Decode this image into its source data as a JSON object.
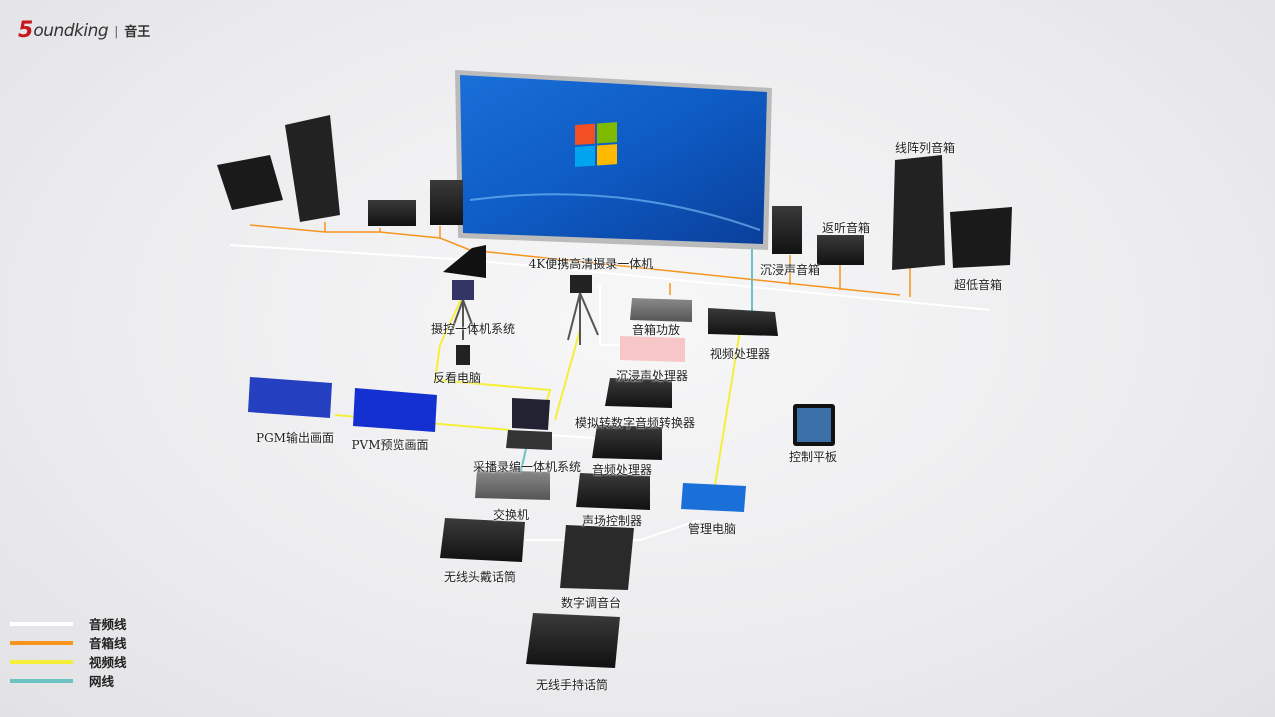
{
  "logo": {
    "mark": "5",
    "brand": "oundking",
    "separator": "|",
    "chinese": "音王"
  },
  "colors": {
    "audio_line": "#ffffff",
    "speaker_line": "#f7941d",
    "video_line": "#f5ef3a",
    "network_line": "#6cc3c3",
    "logo_red": "#c8161d"
  },
  "legend": [
    {
      "label": "音频线",
      "color": "#ffffff"
    },
    {
      "label": "音箱线",
      "color": "#f7941d"
    },
    {
      "label": "视频线",
      "color": "#f5ef3a"
    },
    {
      "label": "网线",
      "color": "#6cc3c3"
    }
  ],
  "devices": {
    "line_array": "线阵列音箱",
    "monitor_speaker": "返听音箱",
    "immersive_speaker": "沉浸声音箱",
    "subwoofer": "超低音箱",
    "camera_4k": "4K便携高清摄录一体机",
    "ptz_system": "摄控一体机系统",
    "amplifier": "音箱功放",
    "video_processor": "视频处理器",
    "immersive_processor": "沉浸声处理器",
    "return_pc": "反看电脑",
    "adc": "模拟转数字音频转换器",
    "pgm": "PGM输出画面",
    "pvm": "PVM预览画面",
    "tablet": "控制平板",
    "recording_system": "采播录编一体机系统",
    "audio_processor": "音频处理器",
    "switch": "交换机",
    "sound_field_controller": "声场控制器",
    "management_pc": "管理电脑",
    "headset_mic": "无线头戴话筒",
    "digital_mixer": "数字调音台",
    "handheld_mic": "无线手持话筒"
  }
}
